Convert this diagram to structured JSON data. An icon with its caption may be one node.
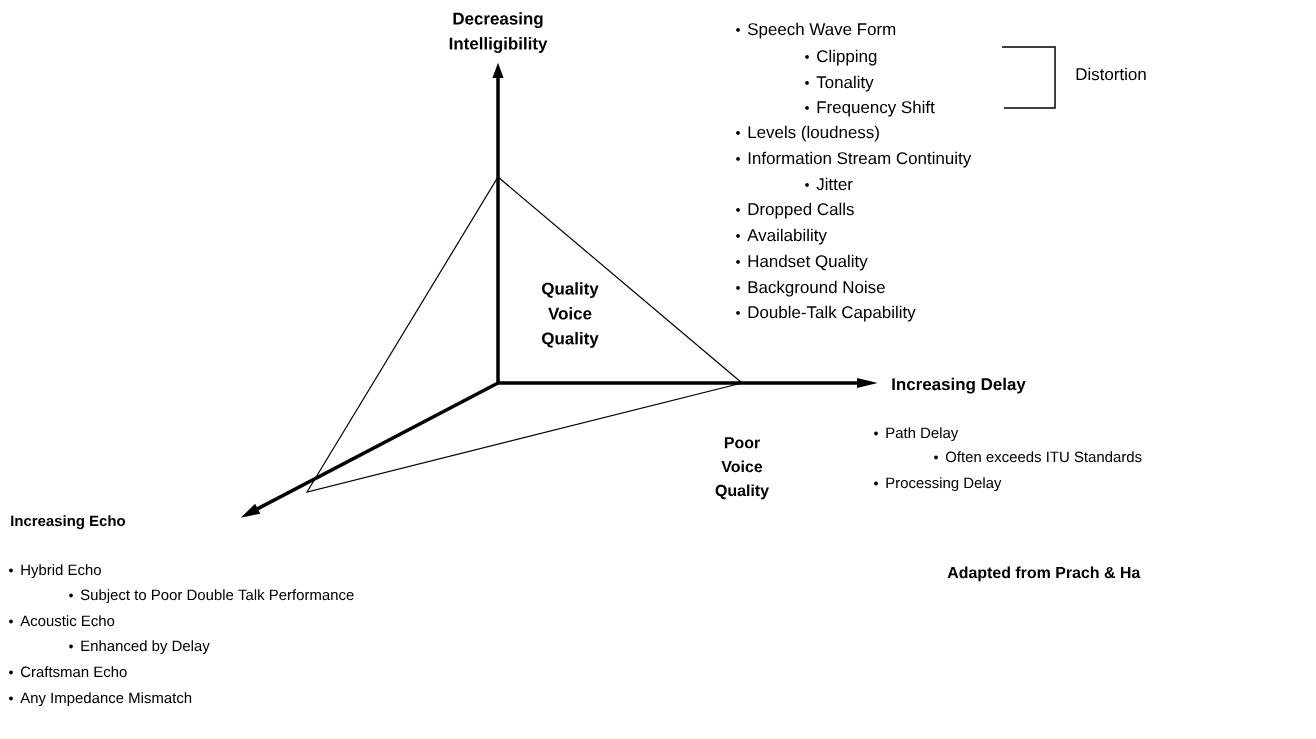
{
  "diagram": {
    "labels": [
      "Decreasing Intelligibility",
      "Speech Wave Form",
      "Clipping",
      "Tonality",
      "Frequency Shift",
      "Distortion",
      "Levels (loudness)",
      "Information Stream Continuity",
      "Jitter",
      "Dropped Calls",
      "Availability",
      "Handset Quality",
      "Background Noise",
      "Double-Talk Capability",
      "Quality Voice Quality",
      "Increasing Delay",
      "Path Delay",
      "Often exceeds ITU Standards",
      "Poor Voice Quality",
      "Processing Delay",
      "Increasing Echo",
      "Hybrid Echo",
      "Subject to Poor Double Talk Performance",
      "Acoustic Echo",
      "Enhanced by Delay",
      "Craftsman Echo",
      "Any Impedance Mismatch",
      "Adapted from Prach & Ha"
    ]
  }
}
